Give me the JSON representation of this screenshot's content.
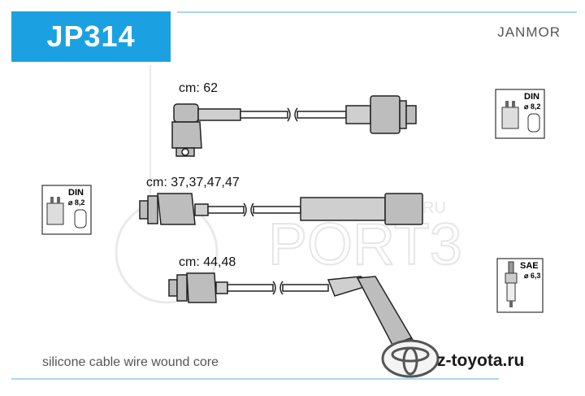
{
  "header": {
    "part_number": "JP314",
    "brand": "JANMOR",
    "accent_color": "#1ba1e2"
  },
  "cables": [
    {
      "label": "cm: 62"
    },
    {
      "label": "cm: 37,37,47,47"
    },
    {
      "label": "cm: 44,48"
    }
  ],
  "icons": {
    "top_right": {
      "std": "DIN",
      "size": "⌀ 8,2"
    },
    "left": {
      "std": "DIN",
      "size": "⌀ 8,2"
    },
    "bottom_right": {
      "std": "SAE",
      "size": "⌀ 6,3"
    }
  },
  "footer": {
    "description": "silicone cable wire wound core",
    "website": "z-toyota.ru"
  },
  "watermark": {
    "text": "PORT3",
    "suffix": "RU"
  }
}
